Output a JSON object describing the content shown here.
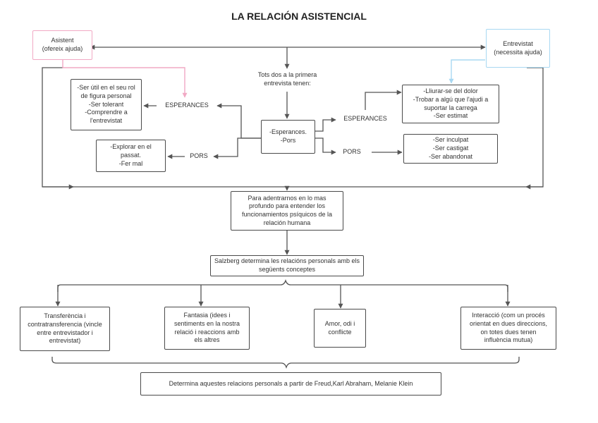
{
  "title": "LA RELACIÓN ASISTENCIAL",
  "colors": {
    "line": "#555555",
    "asistent_border": "#f1a9c4",
    "entrevistat_border": "#a8d8f2",
    "box_border": "#4a4a4a"
  },
  "nodes": {
    "asistent": "Asistent\n(ofereix ajuda)",
    "entrevistat": "Entrevistat\n(necessita ajuda)",
    "tots_dos": "Tots dos a la primera\nentrevista tenen:",
    "center": "-Esperances.\n-Pors",
    "left_esperances_label": "ESPERANCES",
    "left_esperances_list": "-Ser útil en el seu rol\nde figura personal\n-Ser tolerant\n-Comprendre a\nl'entrevistat",
    "left_pors_label": "PORS",
    "left_pors_list": "-Explorar en el\npassat.\n-Fer mal",
    "right_esperances_label": "ESPERANCES",
    "right_esperances_list": "-Lliurar-se del dolor\n-Trobar a algú que l'ajudi a\nsuportar la carrega\n-Ser estimat",
    "right_pors_label": "PORS",
    "right_pors_list": "-Ser inculpat\n-Ser castigat\n-Ser abandonat",
    "adentrarnos": "Para adentrarnos en lo mas\nprofundo para entender los\nfuncionamientos psíquicos de la\nrelación humana",
    "salzberg": "Salzberg determina les relacións personals amb els\nsegüents conceptes",
    "transferencia": "Transferència i\ncontratransferencia (vincle\nentre entrevistador i\nentrevistat)",
    "fantasia": "Fantasia (idees i\nsentiments en la nostra\nrelació i reaccions amb\nels altres",
    "amor": "Amor, odi i\nconflicte",
    "interaccio": "Interacció (com un procés\norientat en dues direccions,\non totes dues tenen\ninfluència mutua)",
    "determina": "Determina aquestes relacions personals a partir de Freud,Karl Abraham, Melanie Klein"
  }
}
